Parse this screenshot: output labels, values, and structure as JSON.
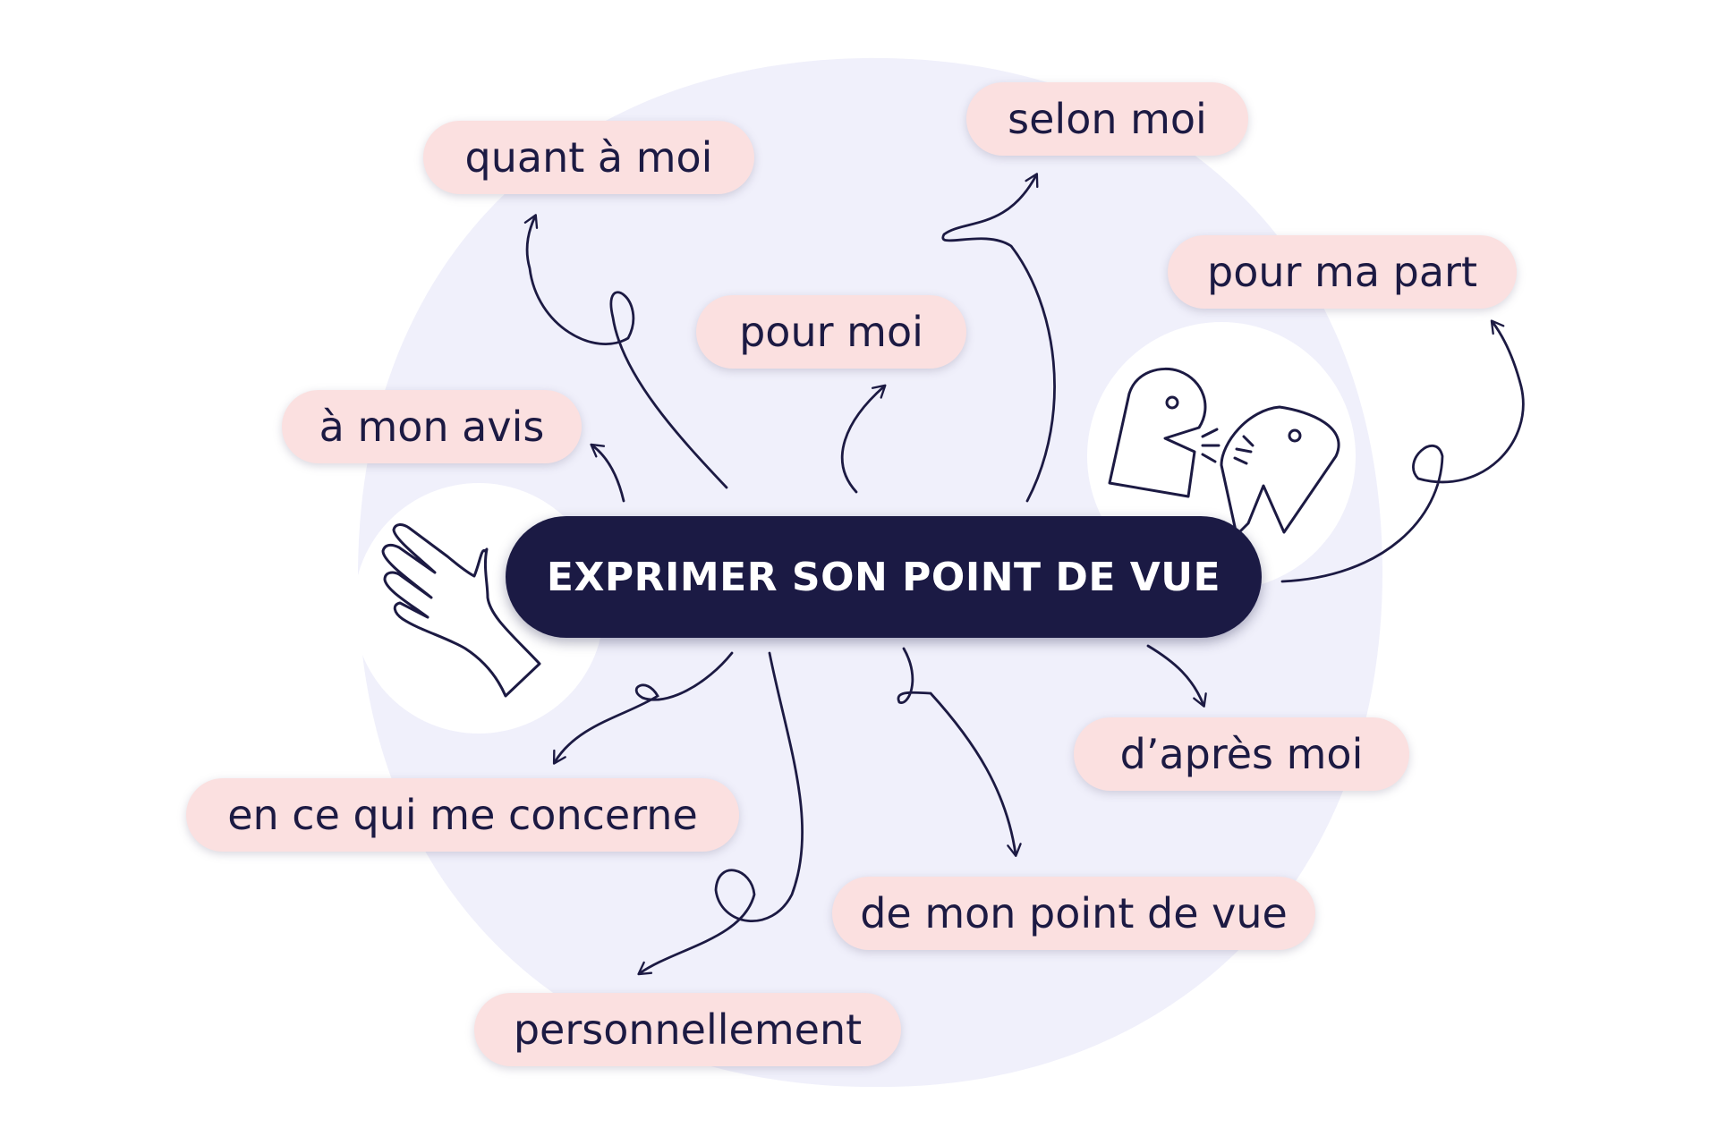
{
  "center": {
    "label": "EXPRIMER SON POINT DE VUE"
  },
  "expressions": [
    {
      "id": "quant-a-moi",
      "label": "quant à moi"
    },
    {
      "id": "selon-moi",
      "label": "selon moi"
    },
    {
      "id": "pour-ma-part",
      "label": "pour ma part"
    },
    {
      "id": "pour-moi",
      "label": "pour moi"
    },
    {
      "id": "a-mon-avis",
      "label": "à mon avis"
    },
    {
      "id": "dapres-moi",
      "label": "d’après moi"
    },
    {
      "id": "en-ce-qui-me-concerne",
      "label": "en ce qui me concerne"
    },
    {
      "id": "de-mon-point-de-vue",
      "label": "de mon point de vue"
    },
    {
      "id": "personnellement",
      "label": "personnellement"
    }
  ],
  "illustrations": [
    "raised-hand-icon",
    "talking-heads-icon"
  ],
  "colors": {
    "center_fill": "#1b1a44",
    "center_text": "#ffffff",
    "pill_fill": "#fbe0e0",
    "pill_text": "#1c1a43",
    "background_blob": "#f0f0fb",
    "arrow_stroke": "#1c1a43"
  }
}
